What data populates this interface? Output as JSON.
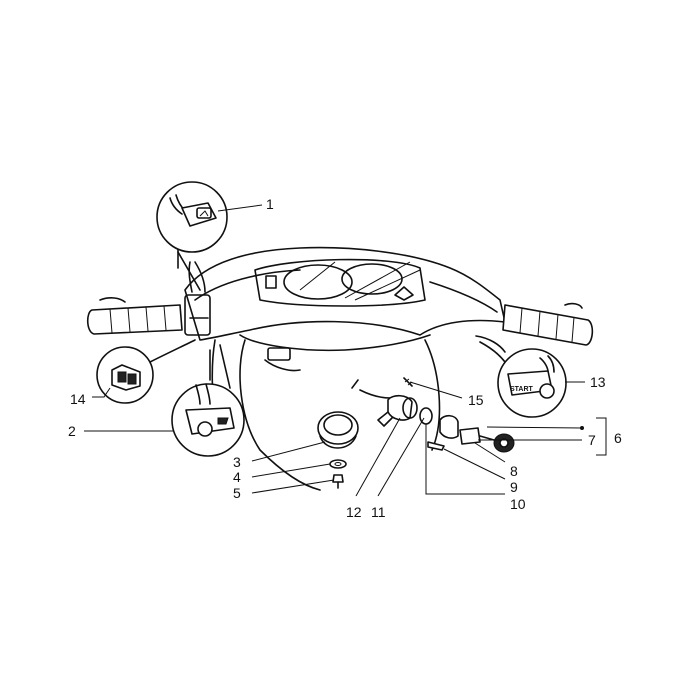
{
  "callouts": [
    {
      "id": "1",
      "label": "1"
    },
    {
      "id": "2",
      "label": "2"
    },
    {
      "id": "3",
      "label": "3"
    },
    {
      "id": "4",
      "label": "4"
    },
    {
      "id": "5",
      "label": "5"
    },
    {
      "id": "6",
      "label": "6"
    },
    {
      "id": "7",
      "label": "7"
    },
    {
      "id": "8",
      "label": "8"
    },
    {
      "id": "9",
      "label": "9"
    },
    {
      "id": "10",
      "label": "10"
    },
    {
      "id": "11",
      "label": "11"
    },
    {
      "id": "12",
      "label": "12"
    },
    {
      "id": "13",
      "label": "13"
    },
    {
      "id": "14",
      "label": "14"
    },
    {
      "id": "15",
      "label": "15"
    }
  ],
  "inset_labels": {
    "start_button": "START"
  }
}
